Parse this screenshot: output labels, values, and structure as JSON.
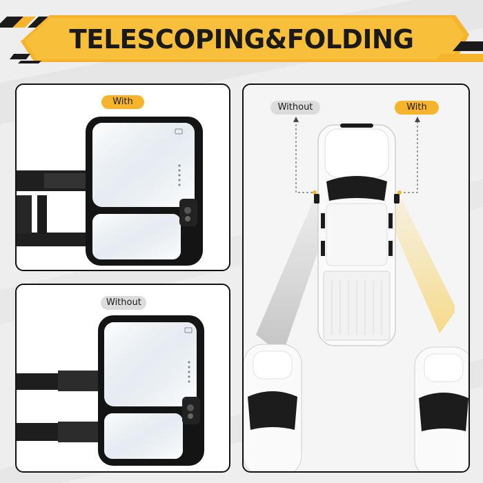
{
  "banner": {
    "title": "TELESCOPING&FOLDING"
  },
  "panel_with": {
    "label": "With"
  },
  "panel_without": {
    "label": "Without"
  },
  "diagram": {
    "without_label": "Without",
    "with_label": "With"
  },
  "colors": {
    "accent_yellow": "#f6b42c",
    "banner_dark": "#1a1a1a",
    "pill_grey": "#dcdcdc",
    "panel_border": "#111111"
  }
}
